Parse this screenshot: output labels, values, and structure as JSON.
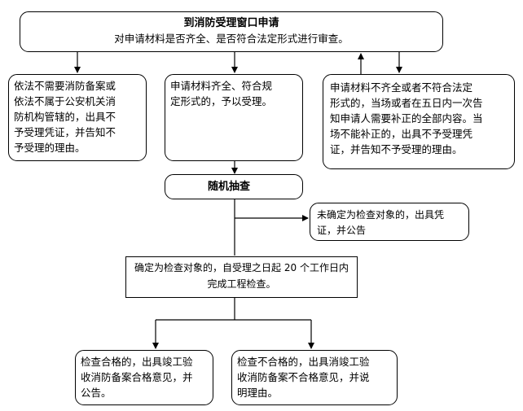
{
  "top": {
    "title": "到消防受理窗口申请",
    "subtitle": "对申请材料是否齐全、是否符合法定形式进行审查。"
  },
  "branches": {
    "left": "依法不需要消防备案或\n依法不属于公安机关消\n防机构管辖的，出具不\n予受理凭证，并告知不\n予受理的理由。",
    "middle": "申请材料齐全、符合规\n定形式的，予以受理。",
    "right": "申请材料不齐全或者不符合法定\n形式的，当场或者在五日内一次告\n知申请人需要补正的全部内容。当\n场不能补正的，出具不予受理凭\n证，并告知不予受理的理由。"
  },
  "random_check": "随机抽查",
  "not_selected": "未确定为检查对象的，出具凭\n证，并公告",
  "selected": "确定为检查对象的，自受理之日起 20 个工作日内\n完成工程检查。",
  "results": {
    "pass": "检查合格的，出具竣工验\n收消防备案合格意见，并\n公告。",
    "fail": "检查不合格的，出具消竣工验\n收消防备案不合格意见，并说\n明理由。"
  }
}
